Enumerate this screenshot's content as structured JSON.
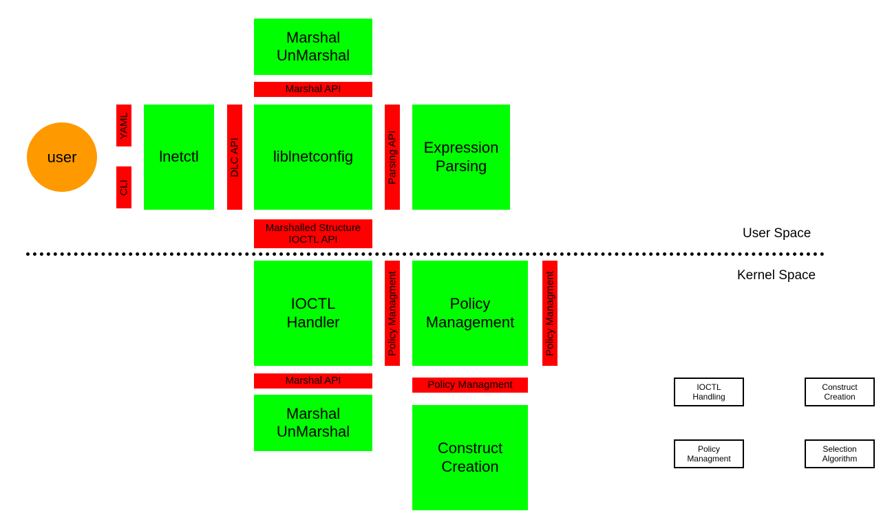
{
  "colors": {
    "component": "#00ff00",
    "api": "#ff0000",
    "user": "#ff9900",
    "divider": "#000000"
  },
  "user": {
    "label": "user"
  },
  "user_space": {
    "label": "User Space",
    "components": {
      "marshal_unmarshal_top": "Marshal\nUnMarshal",
      "lnetctl": "lnetctl",
      "liblnetconfig": "liblnetconfig",
      "expression_parsing": "Expression\nParsing"
    },
    "apis": {
      "yaml": "YAML",
      "cli": "CLI",
      "dlc_api": "DLC API",
      "marshal_api_top": "Marshal API",
      "parsing_api": "Parsing API",
      "marshalled_ioctl": "Marshalled Structure\nIOCTL API"
    }
  },
  "kernel_space": {
    "label": "Kernel Space",
    "components": {
      "ioctl_handler": "IOCTL\nHandler",
      "policy_management": "Policy\nManagement",
      "marshal_unmarshal_bottom": "Marshal\nUnMarshal",
      "construct_creation": "Construct\nCreation"
    },
    "apis": {
      "policy_managment_vertical_1": "Policy Managment",
      "policy_managment_vertical_2": "Policy Managment",
      "marshal_api_bottom": "Marshal API",
      "policy_managment_horizontal": "Policy Managment"
    }
  },
  "legend": {
    "ioctl_handling": "IOCTL\nHandling",
    "construct_creation": "Construct\nCreation",
    "policy_managment": "Policy\nManagment",
    "selection_algorithm": "Selection\nAlgorithm"
  }
}
